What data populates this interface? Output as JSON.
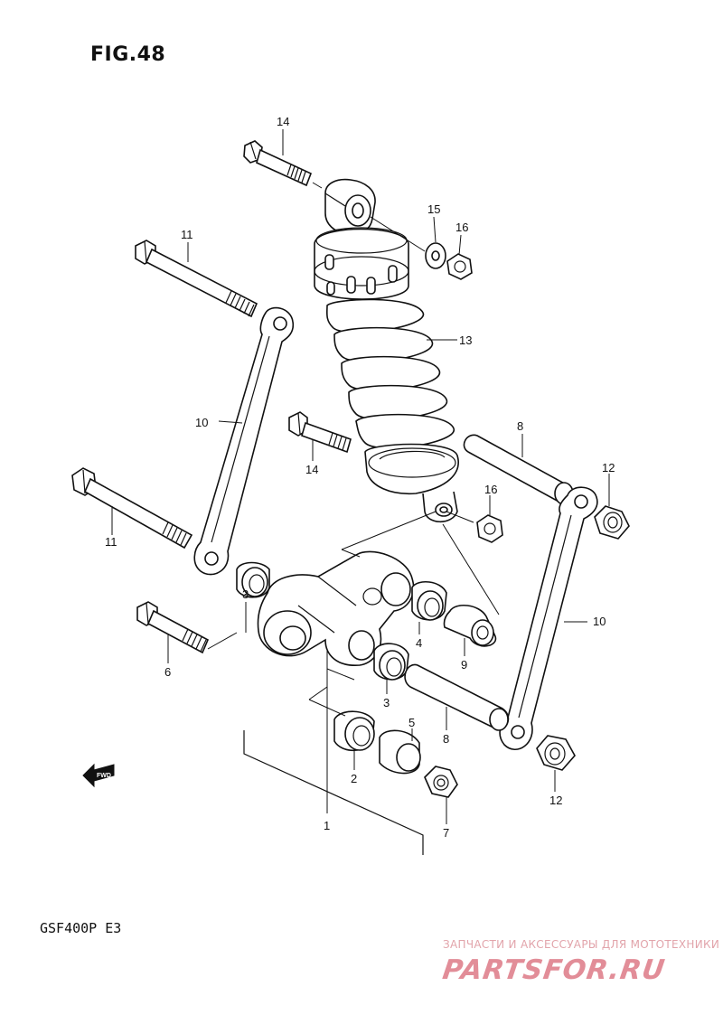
{
  "figure": {
    "title": "FIG.48",
    "model_code": "GSF400P  E3",
    "fwd_label": "FWD"
  },
  "watermark": {
    "text": "ЗАПЧАСТИ И АКСЕССУАРЫ ДЛЯ МОТОТЕХНИКИ",
    "logo": "PARTSFOR.RU"
  },
  "callouts": {
    "c1": "1",
    "c2": "2",
    "c3a": "3",
    "c3b": "3",
    "c4": "4",
    "c5": "5",
    "c6": "6",
    "c7": "7",
    "c8a": "8",
    "c8b": "8",
    "c9": "9",
    "c10a": "10",
    "c10b": "10",
    "c11a": "11",
    "c11b": "11",
    "c12a": "12",
    "c12b": "12",
    "c13": "13",
    "c14a": "14",
    "c14b": "14",
    "c15": "15",
    "c16a": "16",
    "c16b": "16"
  }
}
